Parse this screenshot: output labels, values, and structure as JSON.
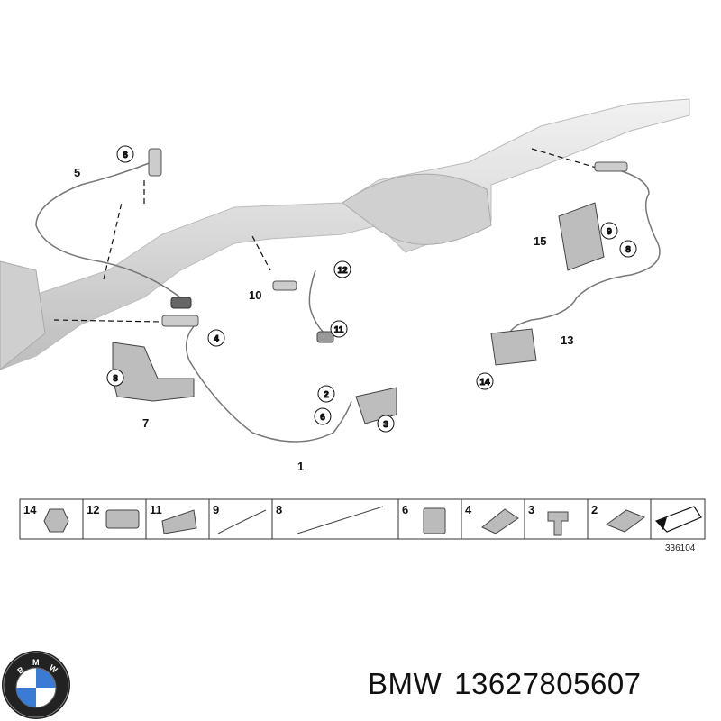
{
  "diagram": {
    "callouts": [
      "1",
      "4",
      "5",
      "6",
      "7",
      "8",
      "10",
      "11",
      "12",
      "13",
      "14",
      "15",
      "9",
      "8",
      "2",
      "6",
      "3"
    ],
    "strip": [
      "14",
      "12",
      "11",
      "9",
      "8",
      "6",
      "4",
      "3",
      "2"
    ],
    "ref_code": "336104"
  },
  "brand": {
    "logo_letters": "BMW",
    "blue": "#3a7bd5"
  },
  "caption": {
    "brand": "BMW",
    "part_number": "13627805607"
  }
}
